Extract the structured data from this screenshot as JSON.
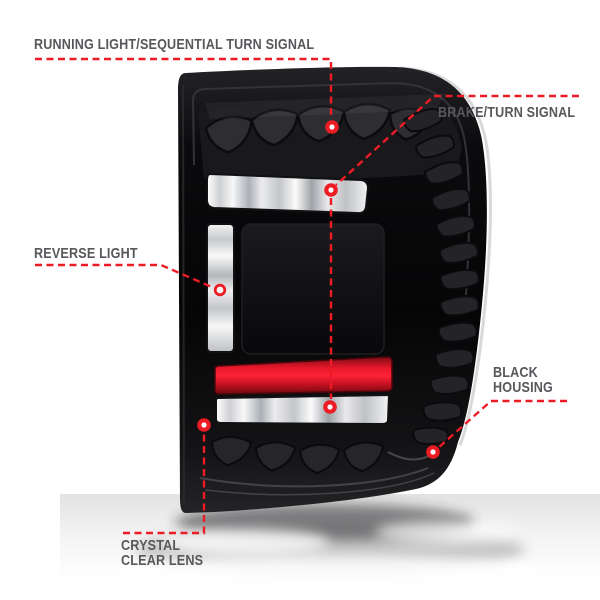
{
  "diagram": {
    "subject": "truck-tail-light",
    "callouts": {
      "running_light": {
        "label": "RUNNING LIGHT/SEQUENTIAL TURN SIGNAL"
      },
      "brake_turn_signal": {
        "label": "BRAKE/TURN SIGNAL"
      },
      "reverse_light": {
        "label": "REVERSE LIGHT"
      },
      "black_housing": {
        "line1": "BLACK",
        "line2": "HOUSING"
      },
      "crystal_clear_lens": {
        "line1": "CRYSTAL",
        "line2": "CLEAR LENS"
      }
    },
    "colors": {
      "callout_line_red": "#ed1c24",
      "label_text_gray": "#57585b",
      "reflector_red": "#e8182b",
      "housing_black": "#0a0a0c",
      "chrome_silver": "#d6d7d9",
      "background": "#ffffff"
    }
  }
}
